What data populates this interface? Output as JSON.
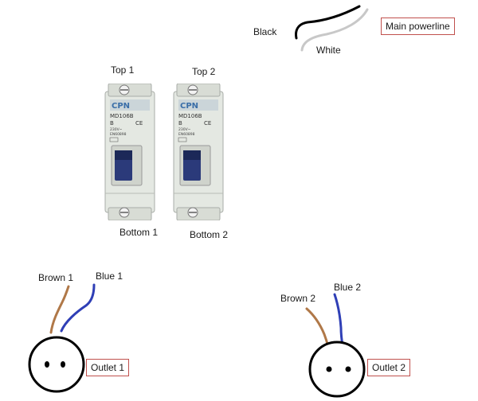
{
  "main_powerline": {
    "label": "Main powerline",
    "black_label": "Black",
    "white_label": "White"
  },
  "breakers": [
    {
      "top_label": "Top 1",
      "bottom_label": "Bottom 1",
      "brand": "CPN",
      "model": "MD106B",
      "curve": "B",
      "mark": "CE",
      "rating": "230V~",
      "standard": "EN60898"
    },
    {
      "top_label": "Top 2",
      "bottom_label": "Bottom 2",
      "brand": "CPN",
      "model": "MD106B",
      "curve": "B",
      "mark": "CE",
      "rating": "230V~",
      "standard": "EN60898"
    }
  ],
  "outlets": [
    {
      "label": "Outlet 1",
      "brown_label": "Brown 1",
      "blue_label": "Blue 1"
    },
    {
      "label": "Outlet 2",
      "brown_label": "Brown 2",
      "blue_label": "Blue 2"
    }
  ],
  "colors": {
    "black_wire": "#000000",
    "white_wire": "#c8c8c8",
    "brown_wire": "#b07848",
    "blue_wire": "#2f3fb6",
    "label_border": "#c0504d",
    "breaker_body": "#e4e8e2",
    "breaker_toggle": "#2b3a7a",
    "breaker_logo": "#3a6ea8"
  }
}
